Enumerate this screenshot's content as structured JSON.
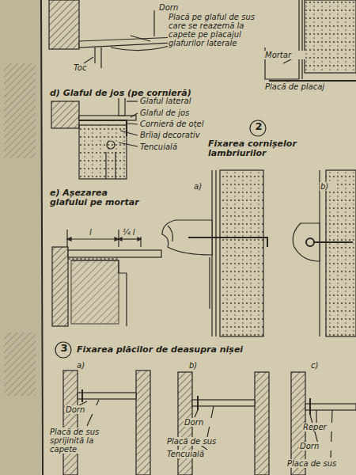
{
  "diagram": {
    "labels": [
      "Dorn",
      "Placă pe glaful de sus care se reazemă la capete pe placajul glafurilor laterale",
      "Toc",
      "Mortar",
      "Placă de placaj",
      "d) Glaful de jos (pe cornieră)",
      "Glaful lateral",
      "Glaful de jos",
      "Cornieră de oțel",
      "Brîiaj decorativ",
      "Tencuială",
      "2",
      "Fixarea cornișelor lambriurilor",
      "e) Așezarea glafului pe mortar",
      "l",
      "¼ l",
      "a)",
      "b)",
      "3",
      "Fixarea plăcilor de deasupra nișei",
      "a)",
      "b)",
      "c)",
      "Dorn",
      "Placă de sus sprijinită la capete",
      "Dorn",
      "Placă de sus",
      "Tencuială",
      "Reper",
      "Dorn",
      "Placa de sus"
    ]
  }
}
